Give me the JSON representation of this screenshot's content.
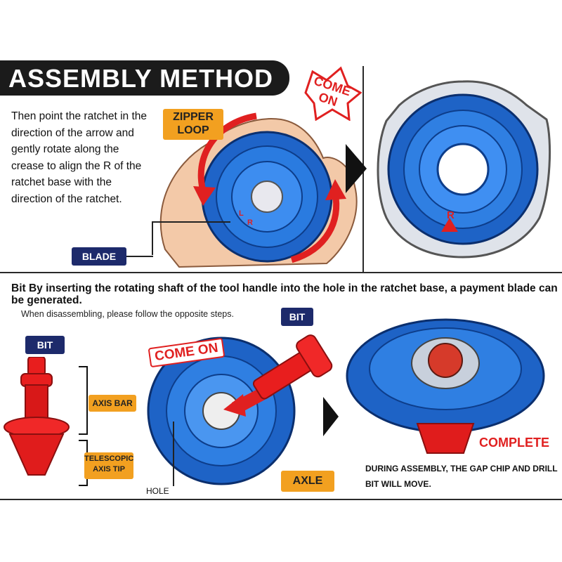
{
  "header": {
    "title": "ASSEMBLY METHOD"
  },
  "top": {
    "instructions": "Then point the ratchet in the direction of the arrow and gently rotate along the crease to align the R of the ratchet base with the direction of the ratchet.",
    "zipper_loop_label": "ZIPPER LOOP",
    "blade_label": "BLADE",
    "come_on_badge": "COME ON",
    "ring_markings": {
      "left": "L",
      "right": "R",
      "base_mark": "R"
    }
  },
  "bottom": {
    "instructions": "Bit By inserting the rotating shaft of the tool handle into the hole in the ratchet base, a payment blade can be generated.",
    "note": "When disassembling, please follow the opposite steps.",
    "bit_label_left": "BIT",
    "bit_label_center": "BIT",
    "axis_bar_label": "AXIS BAR",
    "telescopic_tip_label": "TELESCOPIC AXIS TIP",
    "come_on_label": "COME ON",
    "hole_label": "HOLE",
    "axle_label": "AXLE",
    "complete_label": "COMPLETE",
    "assembly_note": "DURING ASSEMBLY, THE GAP CHIP AND DRILL BIT WILL MOVE."
  },
  "colors": {
    "header_bg": "#1b1b1b",
    "navy_tag": "#1d2a6b",
    "orange_tag": "#f2a020",
    "accent_red": "#e02020",
    "top_blue": "#1c5fc4"
  }
}
